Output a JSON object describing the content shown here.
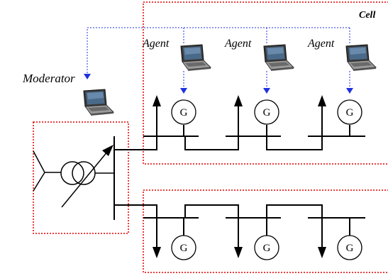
{
  "labels": {
    "cell": "Cell",
    "moderator": "Moderator",
    "agent": "Agent",
    "generator": "G"
  },
  "colors": {
    "boundary": "#e00000",
    "communication": "#2030e0",
    "wire": "#000000"
  },
  "icons": {
    "computer": "laptop-icon",
    "generator": "generator-symbol",
    "transformer": "variable-transformer-symbol"
  }
}
